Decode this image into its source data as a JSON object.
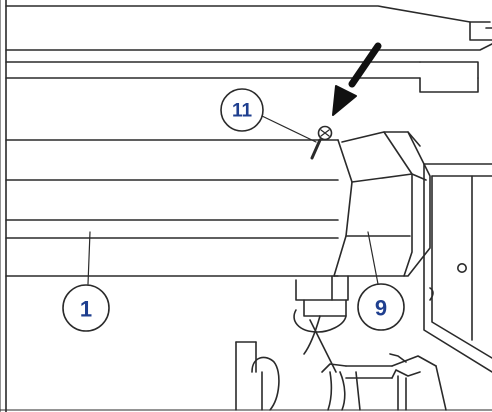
{
  "figure": {
    "callouts": [
      {
        "id": "callout-1",
        "label": "1",
        "part": "roller"
      },
      {
        "id": "callout-9",
        "label": "9",
        "part": "end-cap"
      },
      {
        "id": "callout-11",
        "label": "11",
        "part": "screw"
      }
    ],
    "indicator": {
      "icon": "arrow-icon",
      "target": "screw"
    },
    "colors": {
      "line": "#2a2a2a",
      "callout_text": "#1f3f8f",
      "callout_border": "#2a2a2a",
      "background": "#ffffff"
    }
  }
}
